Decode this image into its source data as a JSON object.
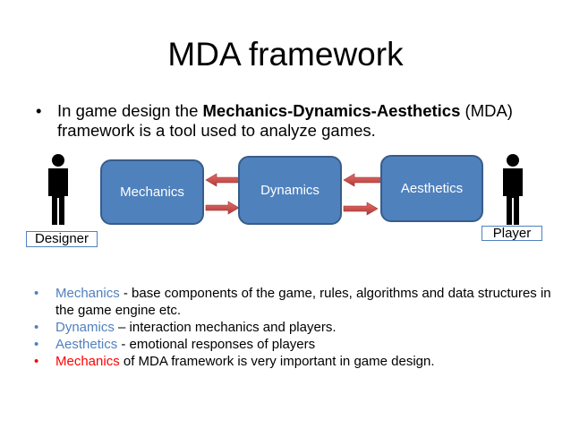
{
  "title": "MDA framework",
  "intro": {
    "bullet": "•",
    "prefix": "In game design the ",
    "bold": "Mechanics-Dynamics-Aesthetics",
    "suffix": " (MDA) framework is a tool used to analyze games."
  },
  "diagram": {
    "boxes": {
      "mechanics": "Mechanics",
      "dynamics": "Dynamics",
      "aesthetics": "Aesthetics"
    },
    "designer_label": "Designer",
    "player_label": "Player",
    "colors": {
      "box_fill": "#4f81bd",
      "box_border": "#385d8a",
      "arrow": "#c0504d"
    }
  },
  "bullets": [
    {
      "marker": "•",
      "term": "Mechanics",
      "term_color": "blue",
      "text": " - base components of the game, rules,  algorithms and data structures in the game engine etc."
    },
    {
      "marker": "•",
      "term": "Dynamics",
      "term_color": "blue",
      "text": " – interaction mechanics and players."
    },
    {
      "marker": "•",
      "term": "Aesthetics",
      "term_color": "blue",
      "text": " - emotional responses of players"
    },
    {
      "marker": "•",
      "term": "Mechanics",
      "term_color": "red",
      "text": " of MDA framework is very important in game design."
    }
  ]
}
